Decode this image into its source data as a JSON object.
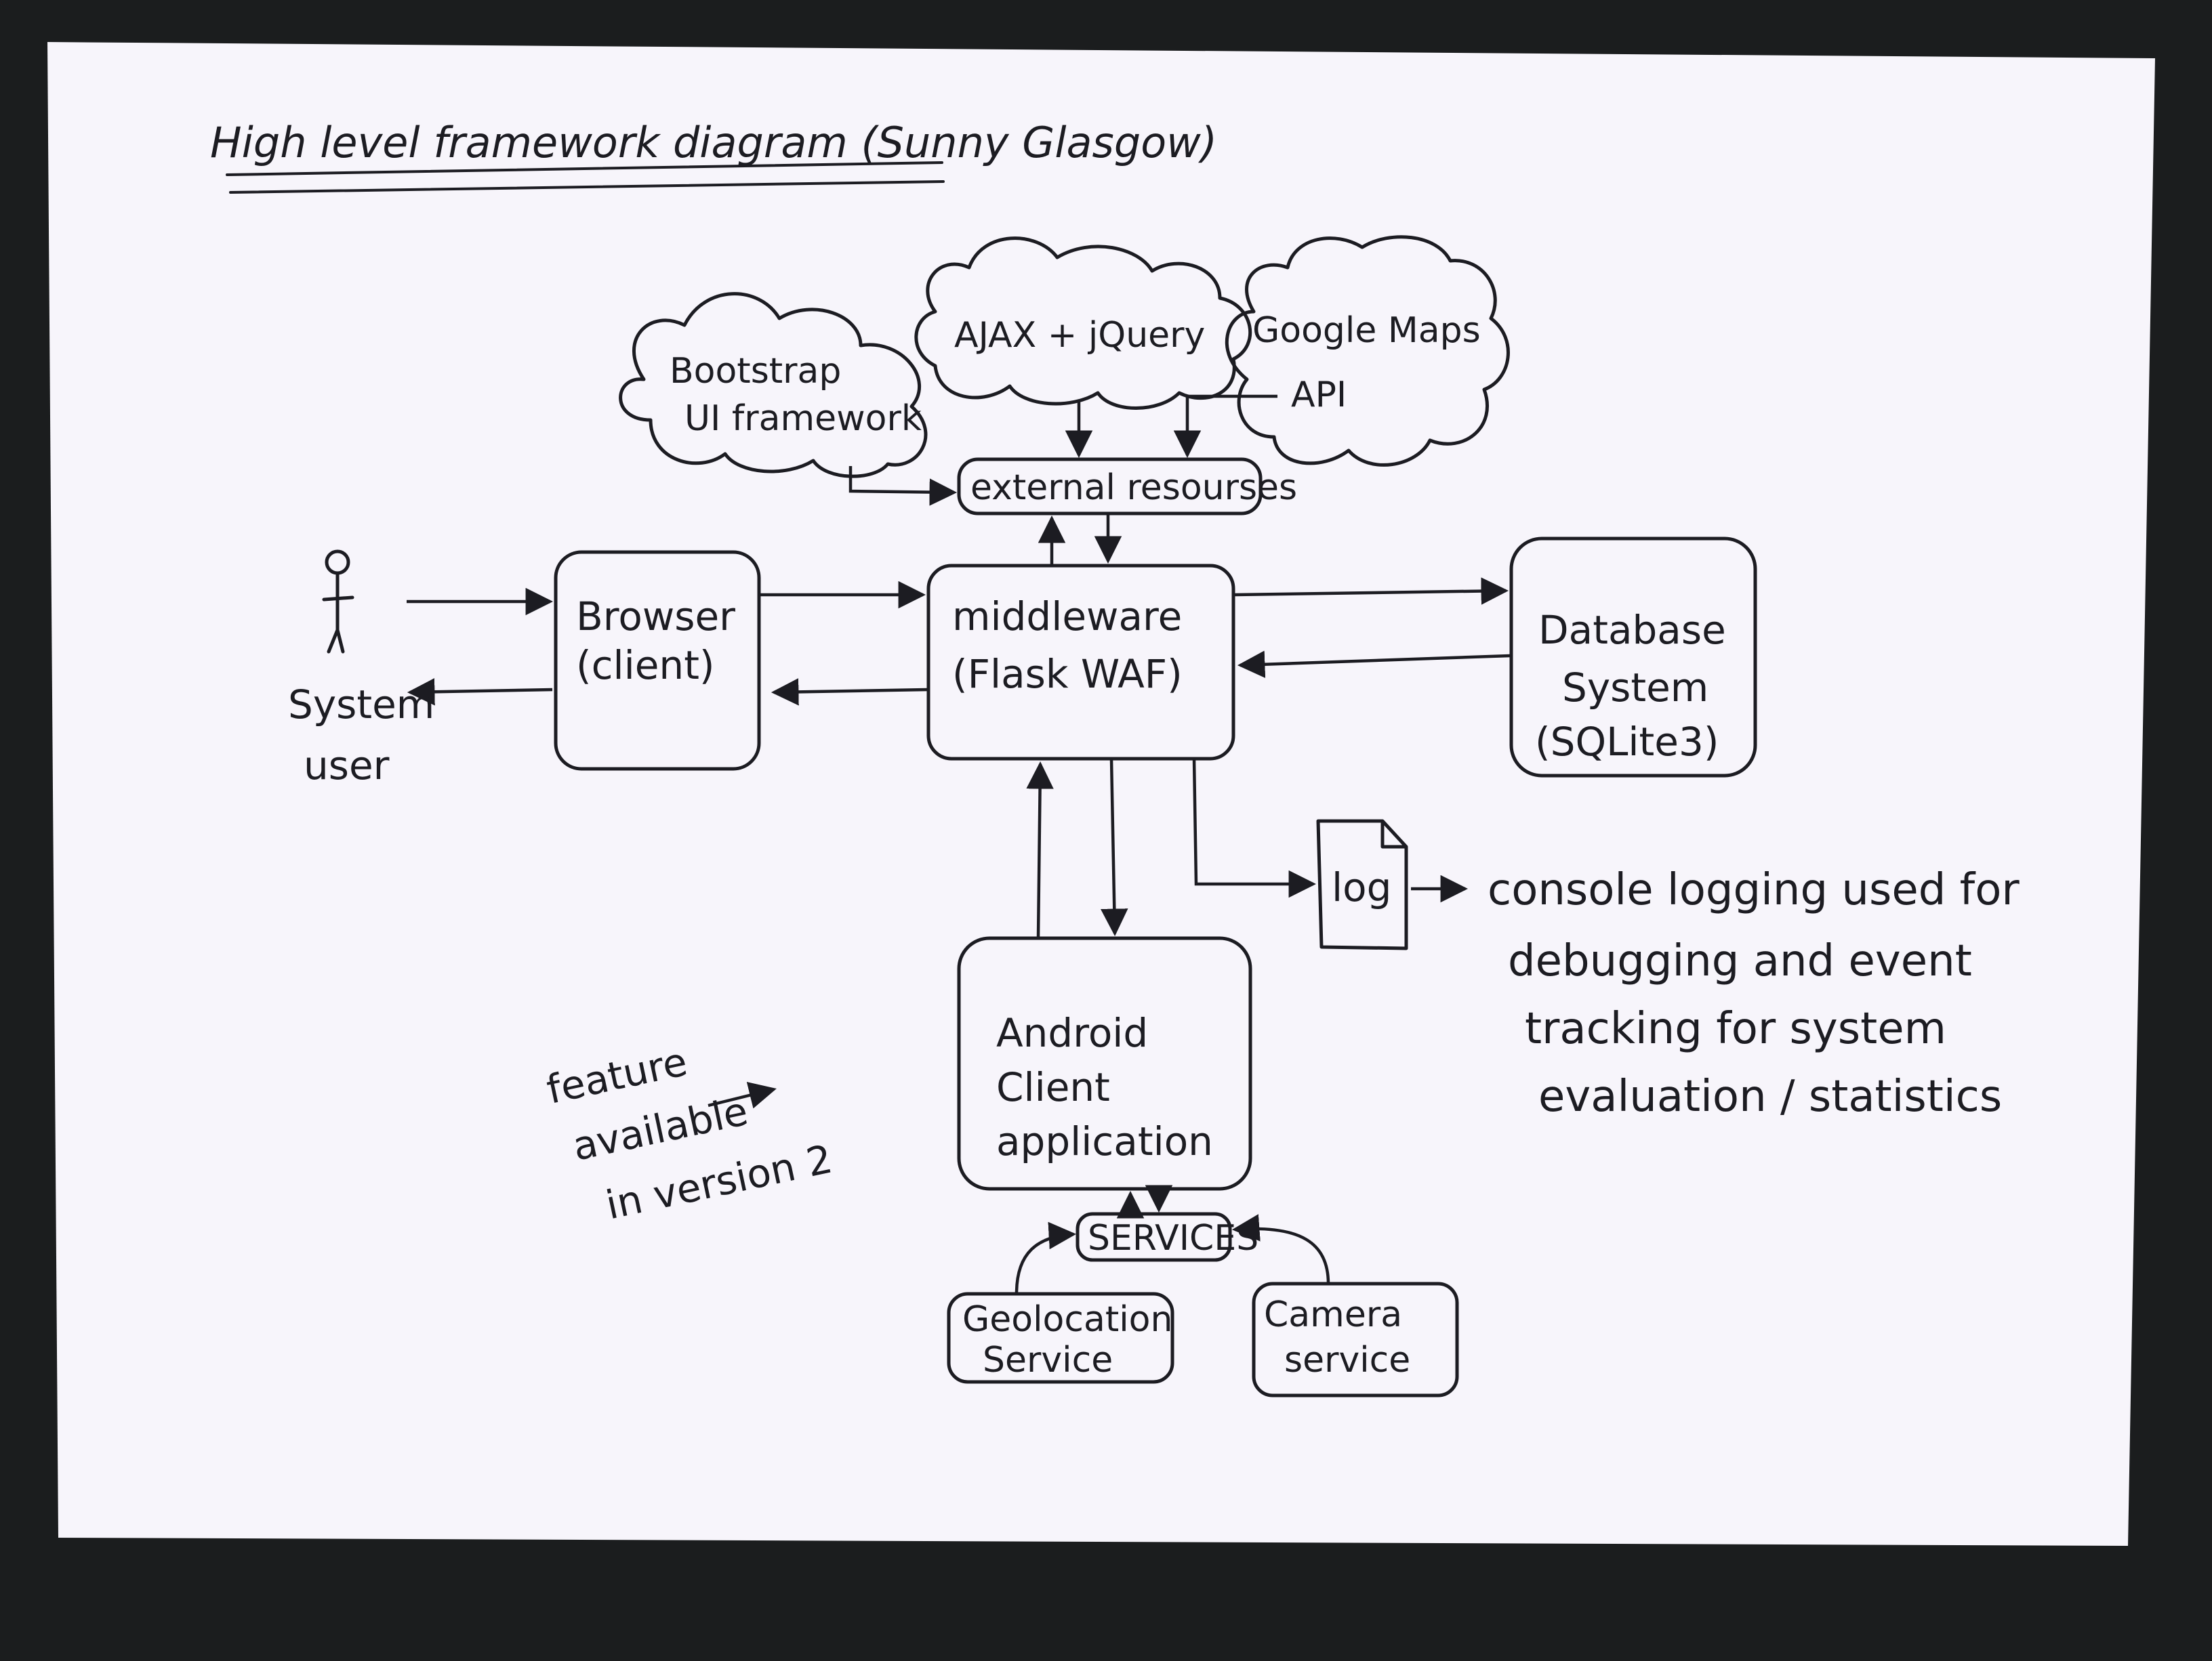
{
  "title": "High level framework diagram (Sunny Glasgow)",
  "nodes": {
    "bootstrap": [
      "Bootstrap",
      "UI framework"
    ],
    "ajax": [
      "AJAX + jQuery"
    ],
    "google_maps": [
      "Google Maps",
      "API"
    ],
    "external": [
      "external resourses"
    ],
    "user": [
      "System",
      "user"
    ],
    "browser": [
      "Browser",
      "(client)"
    ],
    "middleware": [
      "middleware",
      "(Flask WAF)"
    ],
    "database": [
      "Database",
      "System",
      "(SQLite3)"
    ],
    "log": [
      "log"
    ],
    "android": [
      "Android",
      "Client",
      "application"
    ],
    "services": [
      "SERVICES"
    ],
    "geolocation": [
      "Geolocation",
      "Service"
    ],
    "camera": [
      "Camera",
      "service"
    ]
  },
  "notes": {
    "console": [
      "console logging used for",
      "debugging and event",
      "tracking for system",
      "evaluation / statistics"
    ],
    "feature": [
      "feature",
      "available",
      "in version 2"
    ]
  },
  "colors": {
    "paper": "#f7f5fb",
    "ink": "#1c1c22",
    "background": "#1b1d1e"
  }
}
